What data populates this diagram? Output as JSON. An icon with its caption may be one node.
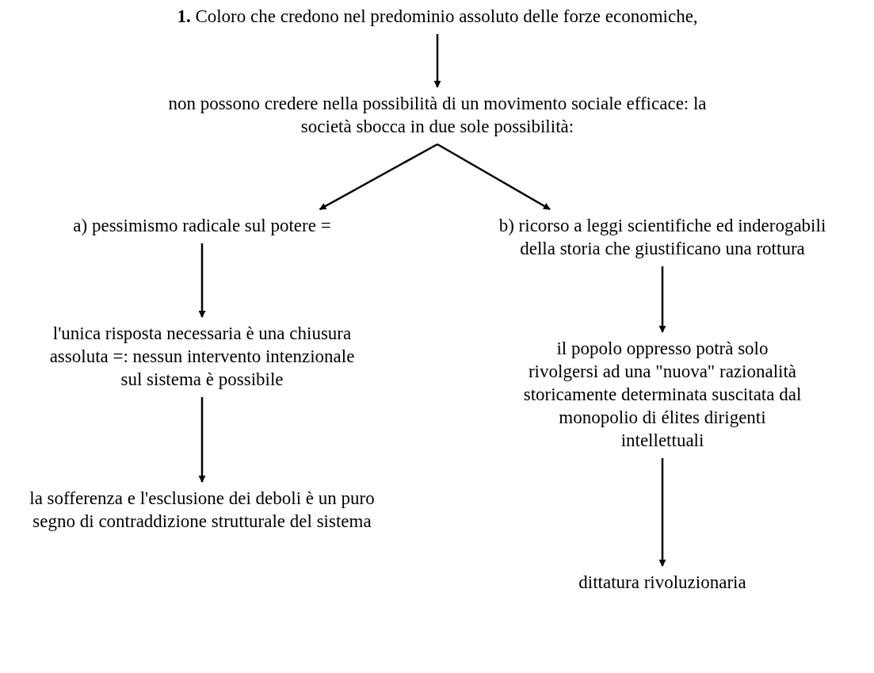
{
  "diagram": {
    "nodes": [
      {
        "text": [
          "**1.** Coloro che credono nel predominio assoluto delle forze economiche,"
        ]
      },
      {
        "text": [
          "non possono credere nella possibilità di un movimento sociale efficace: la società sbocca in due sole possibilità:"
        ]
      },
      {
        "text": [
          "a) pessimismo radicale sul potere ="
        ]
      },
      {
        "text": [
          "b) ricorso a leggi scientifiche ed inderogabili della storia che giustificano una rottura"
        ]
      },
      {
        "text": [
          "l'unica risposta necessaria è una chiusura assoluta =: nessun intervento intenzionale sul sistema è possibile"
        ]
      },
      {
        "text": [
          "il popolo oppresso potrà solo rivolgersi ad una \"nuova\" razionalità storicamente determinata suscitata dal monopolio di élites dirigenti intellettuali"
        ]
      },
      {
        "text": [
          "la sofferenza e l'esclusione dei deboli è un puro segno di contraddizione strutturale del sistema"
        ]
      },
      {
        "text": [
          "dittatura rivoluzionaria"
        ]
      }
    ],
    "edges": [
      {
        "from": 0,
        "to": 1,
        "arrow": "to"
      },
      {
        "from": 1,
        "to": 2,
        "arrow": "to"
      },
      {
        "from": 1,
        "to": 3,
        "arrow": "to"
      },
      {
        "from": 2,
        "to": 4,
        "arrow": "to"
      },
      {
        "from": 4,
        "to": 6,
        "arrow": "to"
      },
      {
        "from": 3,
        "to": 5,
        "arrow": "to"
      },
      {
        "from": 5,
        "to": 7,
        "arrow": "to"
      }
    ]
  }
}
